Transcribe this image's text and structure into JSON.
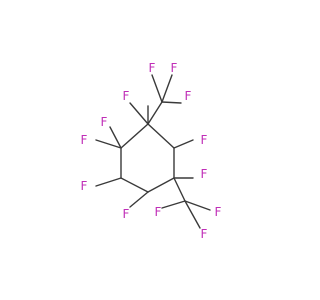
{
  "molecule": {
    "bond_color": "#3a3a3a",
    "fluorine_color": "#c02eb7",
    "background": "#ffffff",
    "atoms": [
      {
        "id": "F_cf3_top_a",
        "label": "F"
      },
      {
        "id": "F_cf3_top_b",
        "label": "F"
      },
      {
        "id": "F_cf3_top_c",
        "label": "F"
      },
      {
        "id": "F_c1",
        "label": "F"
      },
      {
        "id": "F_c2_a",
        "label": "F"
      },
      {
        "id": "F_c2_b",
        "label": "F"
      },
      {
        "id": "F_c6",
        "label": "F"
      },
      {
        "id": "F_c3",
        "label": "F"
      },
      {
        "id": "F_c5",
        "label": "F"
      },
      {
        "id": "F_c4",
        "label": "F"
      },
      {
        "id": "F_cf3_bot_a",
        "label": "F"
      },
      {
        "id": "F_cf3_bot_b",
        "label": "F"
      },
      {
        "id": "F_cf3_bot_c",
        "label": "F"
      }
    ]
  }
}
